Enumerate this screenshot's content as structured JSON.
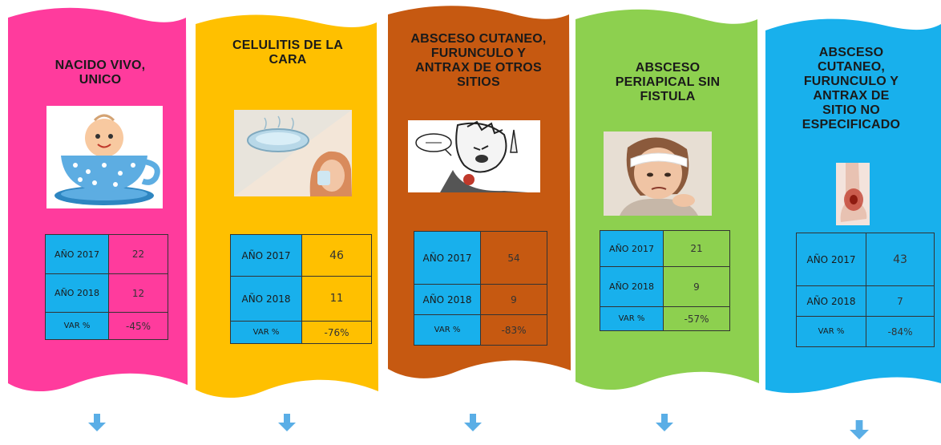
{
  "columns": [
    {
      "title_lines": [
        "NACIDO VIVO,",
        "UNICO"
      ],
      "color": "#ff3b9d",
      "image": "baby-in-teacup",
      "rows": [
        {
          "label": "AÑO 2017",
          "value": "22"
        },
        {
          "label": "AÑO 2018",
          "value": "12"
        },
        {
          "label": "VAR %",
          "value": "-45%"
        }
      ]
    },
    {
      "title_lines": [
        "CELULITIS DE LA",
        "CARA"
      ],
      "color": "#ffc000",
      "image": "person-with-compress",
      "rows": [
        {
          "label": "AÑO 2017",
          "value": "46"
        },
        {
          "label": "AÑO 2018",
          "value": "11"
        },
        {
          "label": "VAR %",
          "value": "-76%"
        }
      ]
    },
    {
      "title_lines": [
        "ABSCESO CUTANEO,",
        "FURUNCULO Y",
        "ANTRAX DE OTROS",
        "SITIOS"
      ],
      "color": "#c65911",
      "image": "cartoon-man-with-boil",
      "rows": [
        {
          "label": "AÑO 2017",
          "value": "54"
        },
        {
          "label": "AÑO 2018",
          "value": "9"
        },
        {
          "label": "VAR %",
          "value": "-83%"
        }
      ]
    },
    {
      "title_lines": [
        "ABSCESO",
        "PERIAPICAL SIN",
        "FISTULA"
      ],
      "color": "#8dd04f",
      "image": "child-with-bandage",
      "rows": [
        {
          "label": "AÑO 2017",
          "value": "21"
        },
        {
          "label": "AÑO 2018",
          "value": "9"
        },
        {
          "label": "VAR %",
          "value": "-57%"
        }
      ]
    },
    {
      "title_lines": [
        "ABSCESO",
        "CUTANEO,",
        "FURUNCULO Y",
        "ANTRAX DE",
        "SITIO NO",
        "ESPECIFICADO"
      ],
      "color": "#18b0ec",
      "image": "skin-abscess-leg",
      "rows": [
        {
          "label": "AÑO 2017",
          "value": "43"
        },
        {
          "label": "AÑO 2018",
          "value": "7"
        },
        {
          "label": "VAR %",
          "value": "-84%"
        }
      ]
    }
  ],
  "arrow_color": "#5aaee6",
  "arrow_icon": "down-arrow-icon"
}
